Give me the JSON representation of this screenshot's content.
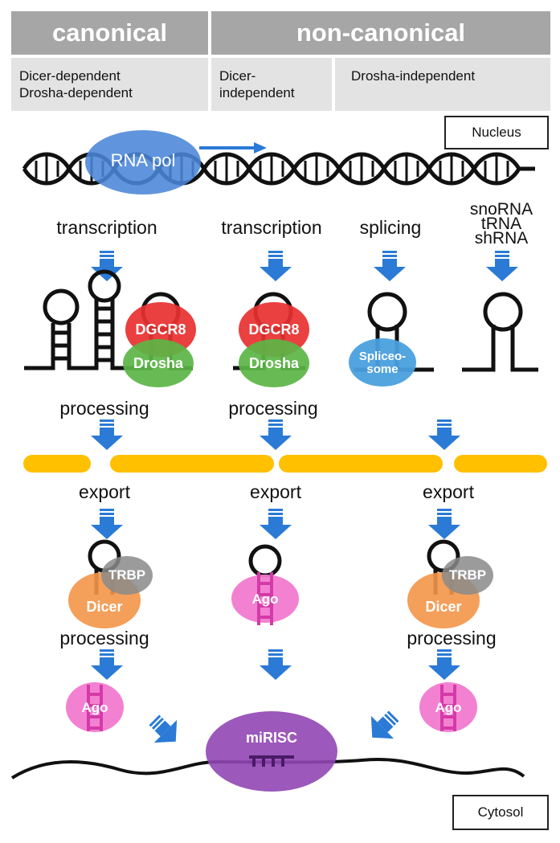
{
  "header": {
    "canonical": "canonical",
    "non_canonical": "non-canonical"
  },
  "subheader": {
    "col1_line1": "Dicer-dependent",
    "col1_line2": "Drosha-dependent",
    "col2_line1": "Dicer-",
    "col2_line2": "independent",
    "col3": "Drosha-independent"
  },
  "compartments": {
    "nucleus": "Nucleus",
    "cytosol": "Cytosol"
  },
  "enzyme": {
    "rna_pol": "RNA pol"
  },
  "steps": {
    "transcription_1": "transcription",
    "transcription_2": "transcription",
    "splicing": "splicing",
    "small_rnas": [
      "snoRNA",
      "tRNA",
      "shRNA"
    ],
    "processing_1": "processing",
    "processing_2": "processing",
    "export_1": "export",
    "export_2": "export",
    "export_3": "export",
    "processing_3": "processing",
    "processing_4": "processing"
  },
  "proteins": {
    "dgcr8": "DGCR8",
    "drosha": "Drosha",
    "spliceosome_1": "Spliceo-",
    "spliceosome_2": "some",
    "trbp": "TRBP",
    "dicer": "Dicer",
    "ago": "Ago",
    "mirisc": "miRISC"
  },
  "colors": {
    "header_gray": "#a6a6a6",
    "subheader_gray": "#e3e3e3",
    "arrow_blue": "#2a7ad6",
    "membrane_yellow": "#ffc000",
    "dgcr8_red": "#e83030",
    "drosha_green": "#5bb545",
    "spliceosome_blue": "#4aa0de",
    "trbp_gray": "#8a8a8a",
    "dicer_orange": "#f39548",
    "ago_pink": "#f27ad0",
    "mirisc_purple": "#9146b4"
  }
}
